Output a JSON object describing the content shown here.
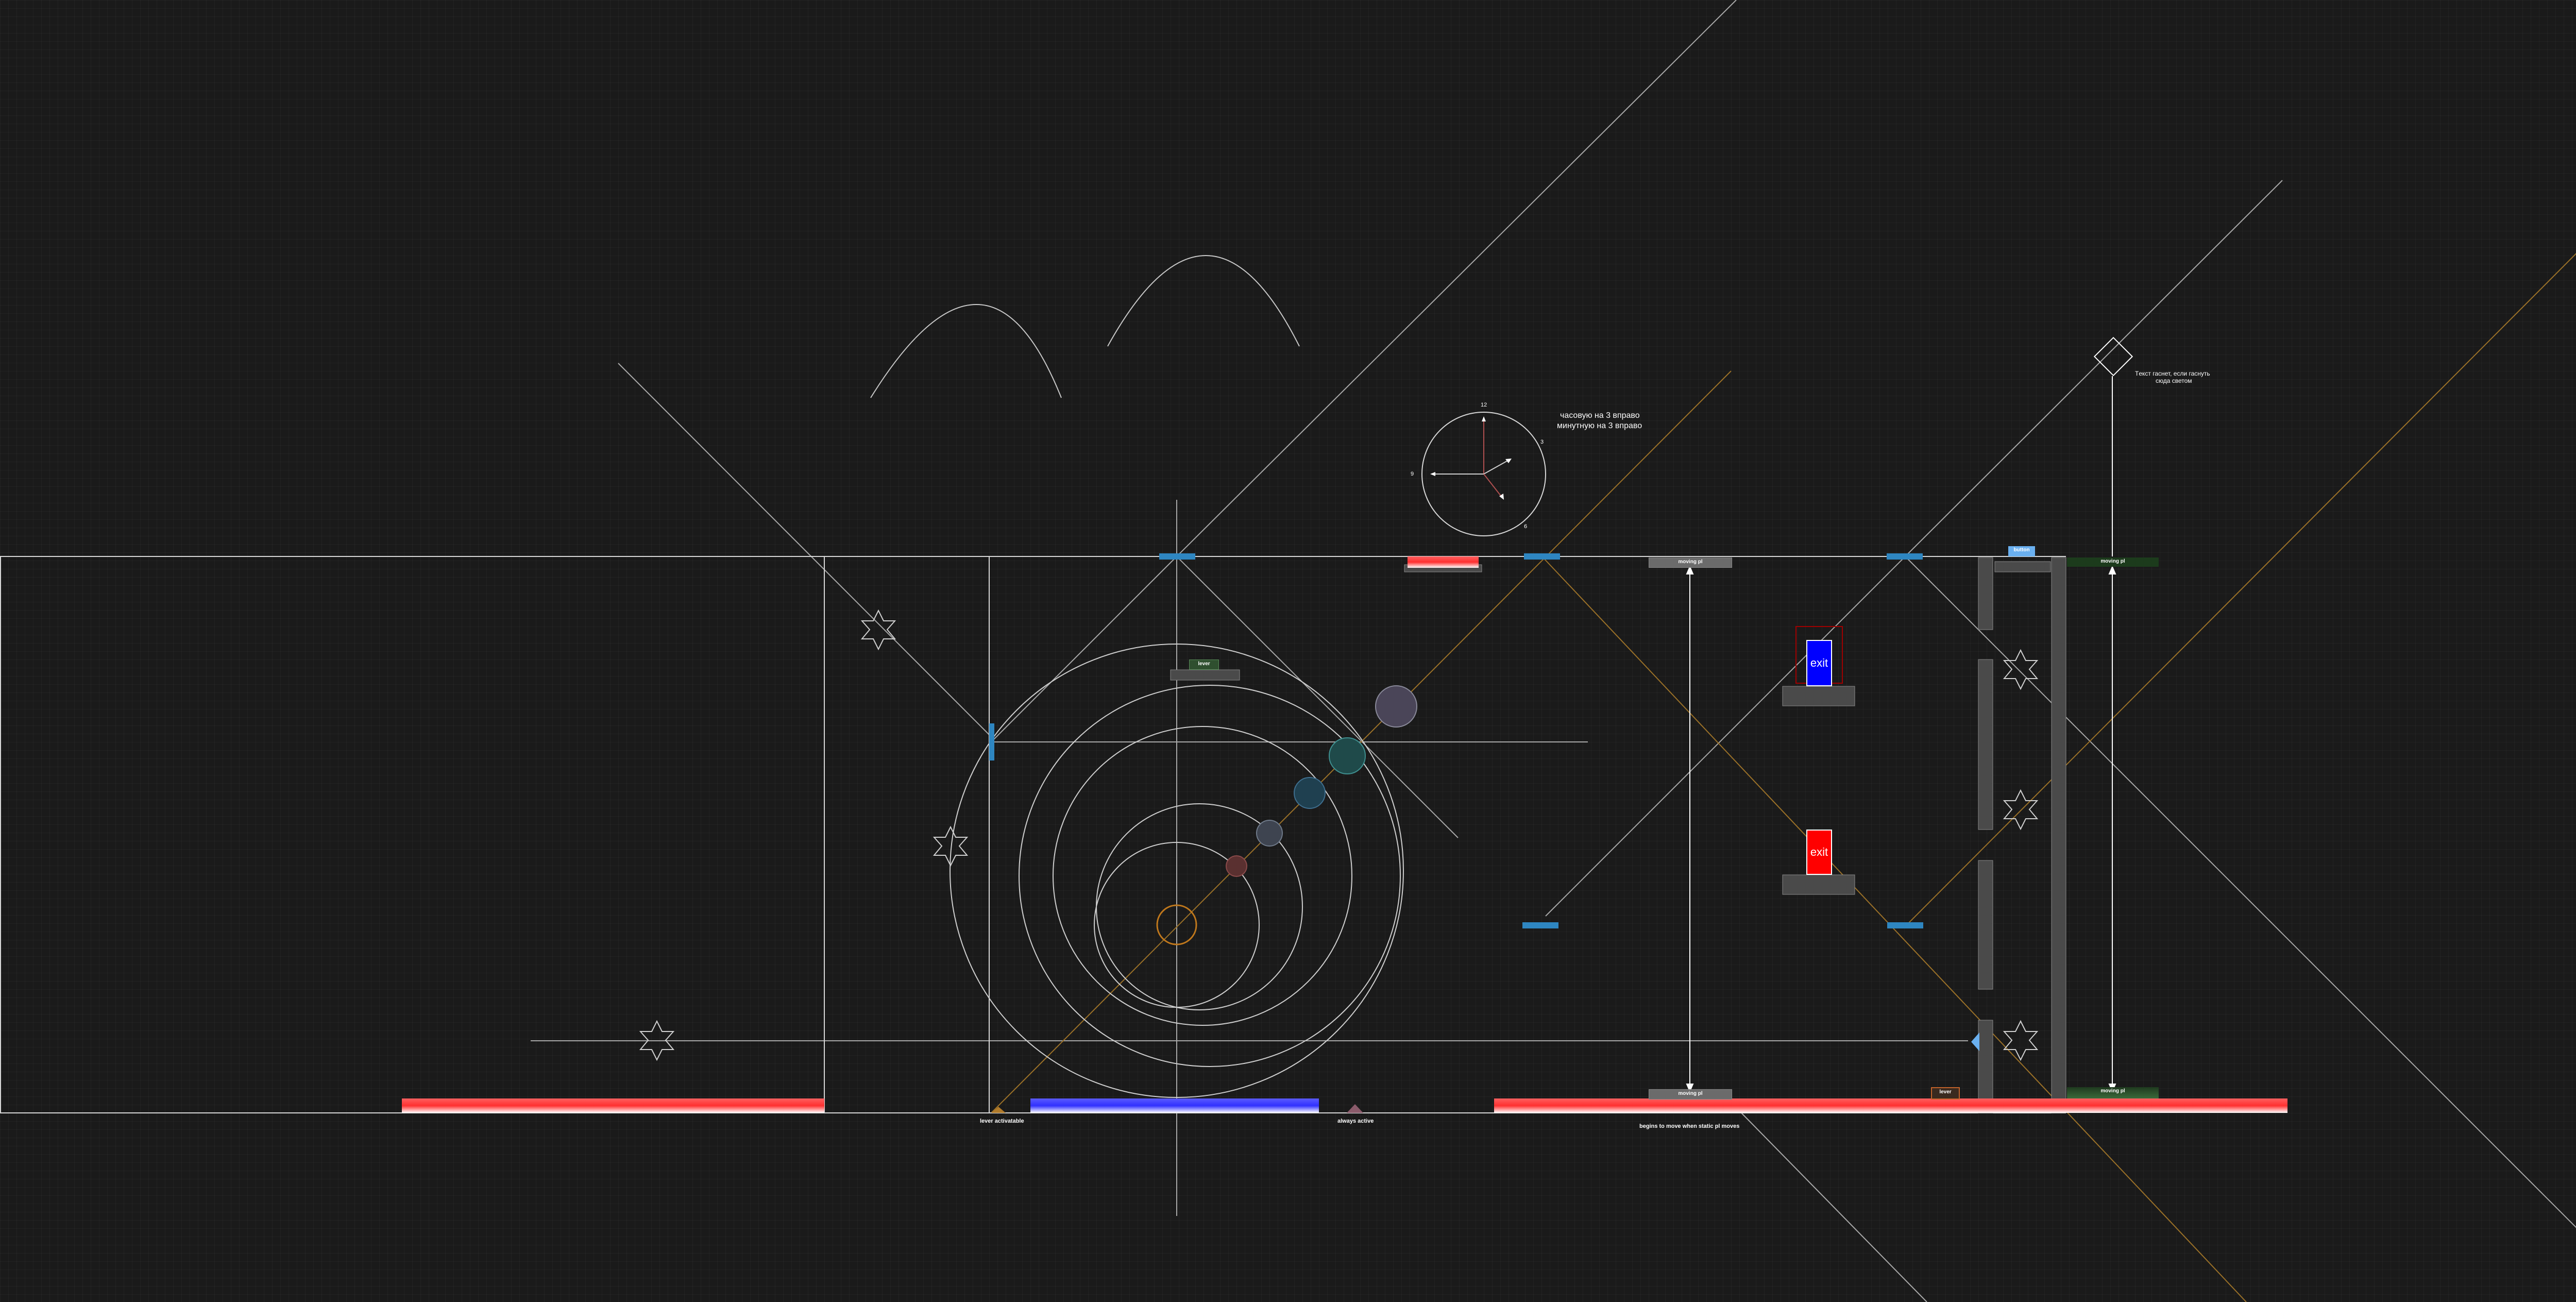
{
  "colors": {
    "background": "#1a1a1a",
    "boundary": "#d8d8d8",
    "ray_white": "#a8a8a8",
    "ray_orange": "#b07a2a",
    "blue_mirror": "#2e86c1",
    "red_exit": "#ff0000",
    "blue_exit": "#0000ff",
    "platform": "#4a4a4a",
    "moving_platform": "#6b6b6b",
    "green_platform": "#1c3b1c",
    "hazard_red": "#ff5555",
    "hazard_blue": "#4d4dff",
    "button": "#6ab0f0",
    "lever": "#2f4f2f",
    "lever_orange": "#c0622a"
  },
  "clock": {
    "n12": "12",
    "n3": "3",
    "n6": "6",
    "n9": "9",
    "note_line1": "часовую на 3 вправо",
    "note_line2": "минутную на 3 вправо"
  },
  "annotations": {
    "diamond_note_line1": "Tекст гаснет, если гаснуть",
    "diamond_note_line2": "сюда светом",
    "lever_activatable": "lever activatable",
    "always_active": "always active",
    "begins_to_move": "begins to move when static pl moves"
  },
  "elements": {
    "lever_label": "lever",
    "lever_label_right": "lever",
    "button_label": "button",
    "moving_pl_top": "moving pl",
    "moving_pl_bottom": "moving pl",
    "moving_pl_green_top": "moving pl",
    "moving_pl_green_bottom": "moving pl",
    "exit_blue": "exit",
    "exit_red": "exit"
  },
  "icons": {
    "star": "six-point-star-icon",
    "diamond": "diamond-icon",
    "sun": "circle-target-icon"
  }
}
